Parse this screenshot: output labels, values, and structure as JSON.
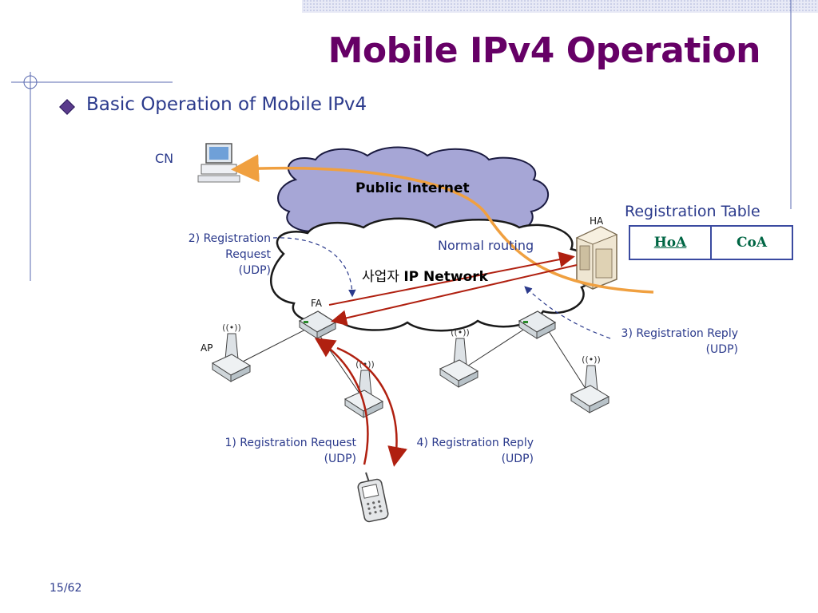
{
  "slide": {
    "title": "Mobile IPv4 Operation",
    "bullet": "Basic Operation of Mobile IPv4",
    "page_number": "15/62"
  },
  "diagram": {
    "cn_label": "CN",
    "ha_label": "HA",
    "fa_label": "FA",
    "ap_label": "AP",
    "public_internet_label": "Public Internet",
    "ip_network_prefix": "사업자",
    "ip_network_label": "IP Network",
    "normal_routing_label": "Normal routing",
    "step2_line1": "2) Registration",
    "step2_line2": "Request",
    "step2_line3": "(UDP)",
    "step3_line1": "3) Registration Reply",
    "step3_line2": "(UDP)",
    "step1_line1": "1) Registration Request",
    "step1_line2": "(UDP)",
    "step4_line1": "4) Registration Reply",
    "step4_line2": "(UDP)"
  },
  "registration_table": {
    "title": "Registration Table",
    "col1": "HoA",
    "col2": "CoA"
  },
  "colors": {
    "title": "#660066",
    "text_blue": "#2b3a8c",
    "cloud_public": "#a6a6d6",
    "arrow_red": "#b02010",
    "arrow_orange": "#f0a040",
    "table_text": "#006644"
  }
}
